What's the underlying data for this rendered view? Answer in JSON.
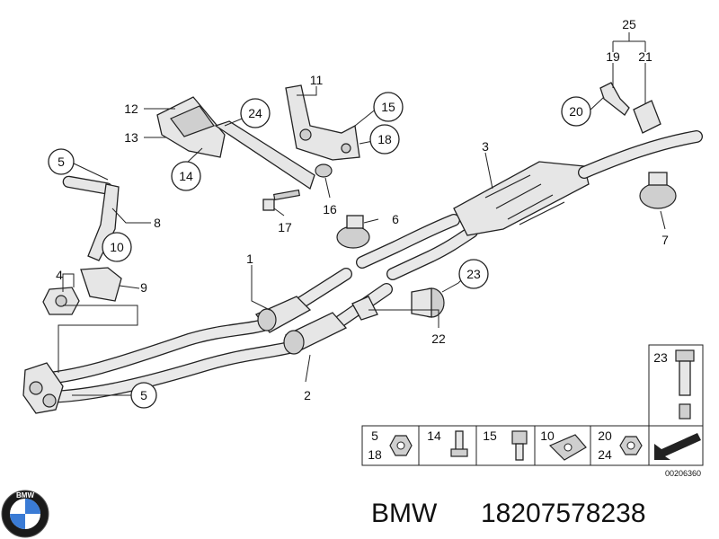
{
  "brand": "BMW",
  "part_number": "18207578238",
  "logo_letters": "BMW",
  "drawing_ref": "00206360",
  "callouts": {
    "c1": "1",
    "c2": "2",
    "c3": "3",
    "c4": "4",
    "c5a": "5",
    "c5b": "5",
    "c6": "6",
    "c7": "7",
    "c8": "8",
    "c9": "9",
    "c10": "10",
    "c11": "11",
    "c12": "12",
    "c13": "13",
    "c14": "14",
    "c15": "15",
    "c16": "16",
    "c17": "17",
    "c18": "18",
    "c19": "19",
    "c20": "20",
    "c21": "21",
    "c22": "22",
    "c23": "23",
    "c24": "24",
    "c25": "25"
  },
  "legend": {
    "cell_23": "23",
    "cell_5": "5",
    "cell_18": "18",
    "cell_14": "14",
    "cell_15": "15",
    "cell_10": "10",
    "cell_20": "20",
    "cell_24": "24"
  }
}
